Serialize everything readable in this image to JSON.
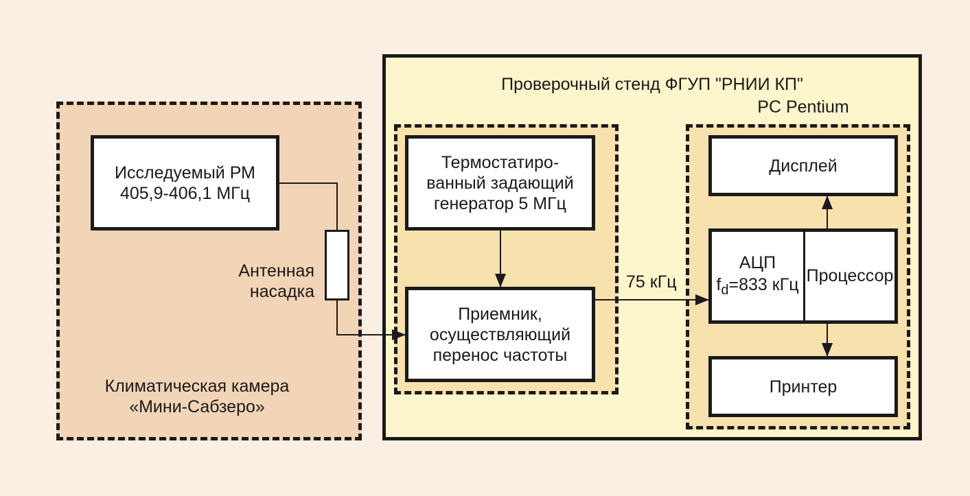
{
  "chamber": {
    "label": "Климатическая камера\n«Мини-Сабзеро»"
  },
  "stand": {
    "title": "Проверочный стенд ФГУП \"РНИИ КП\""
  },
  "pc": {
    "label": "PC Pentium"
  },
  "blocks": {
    "rm": "Исследуемый РМ\n405,9-406,1 МГц",
    "generator": "Термостатиро-\nванный задающий\nгенератор 5 МГц",
    "receiver": "Приемник,\nосуществляющий\nперенос частоты",
    "display": "Дисплей",
    "adc": "АЦП",
    "adc_freq_symbol": "f",
    "adc_freq_subscript": "d",
    "adc_freq_value": "=833 кГц",
    "processor": "Процессор",
    "printer": "Принтер"
  },
  "antenna": {
    "label": "Антенная\nнасадка"
  },
  "link": {
    "if_label": "75 кГц"
  },
  "colors": {
    "background": "#faefe2",
    "chamber_fill": "#f2d4b6",
    "stand_fill": "#fdf5cc",
    "group_fill": "#f7e1ad",
    "ink": "#1a1a1a"
  }
}
